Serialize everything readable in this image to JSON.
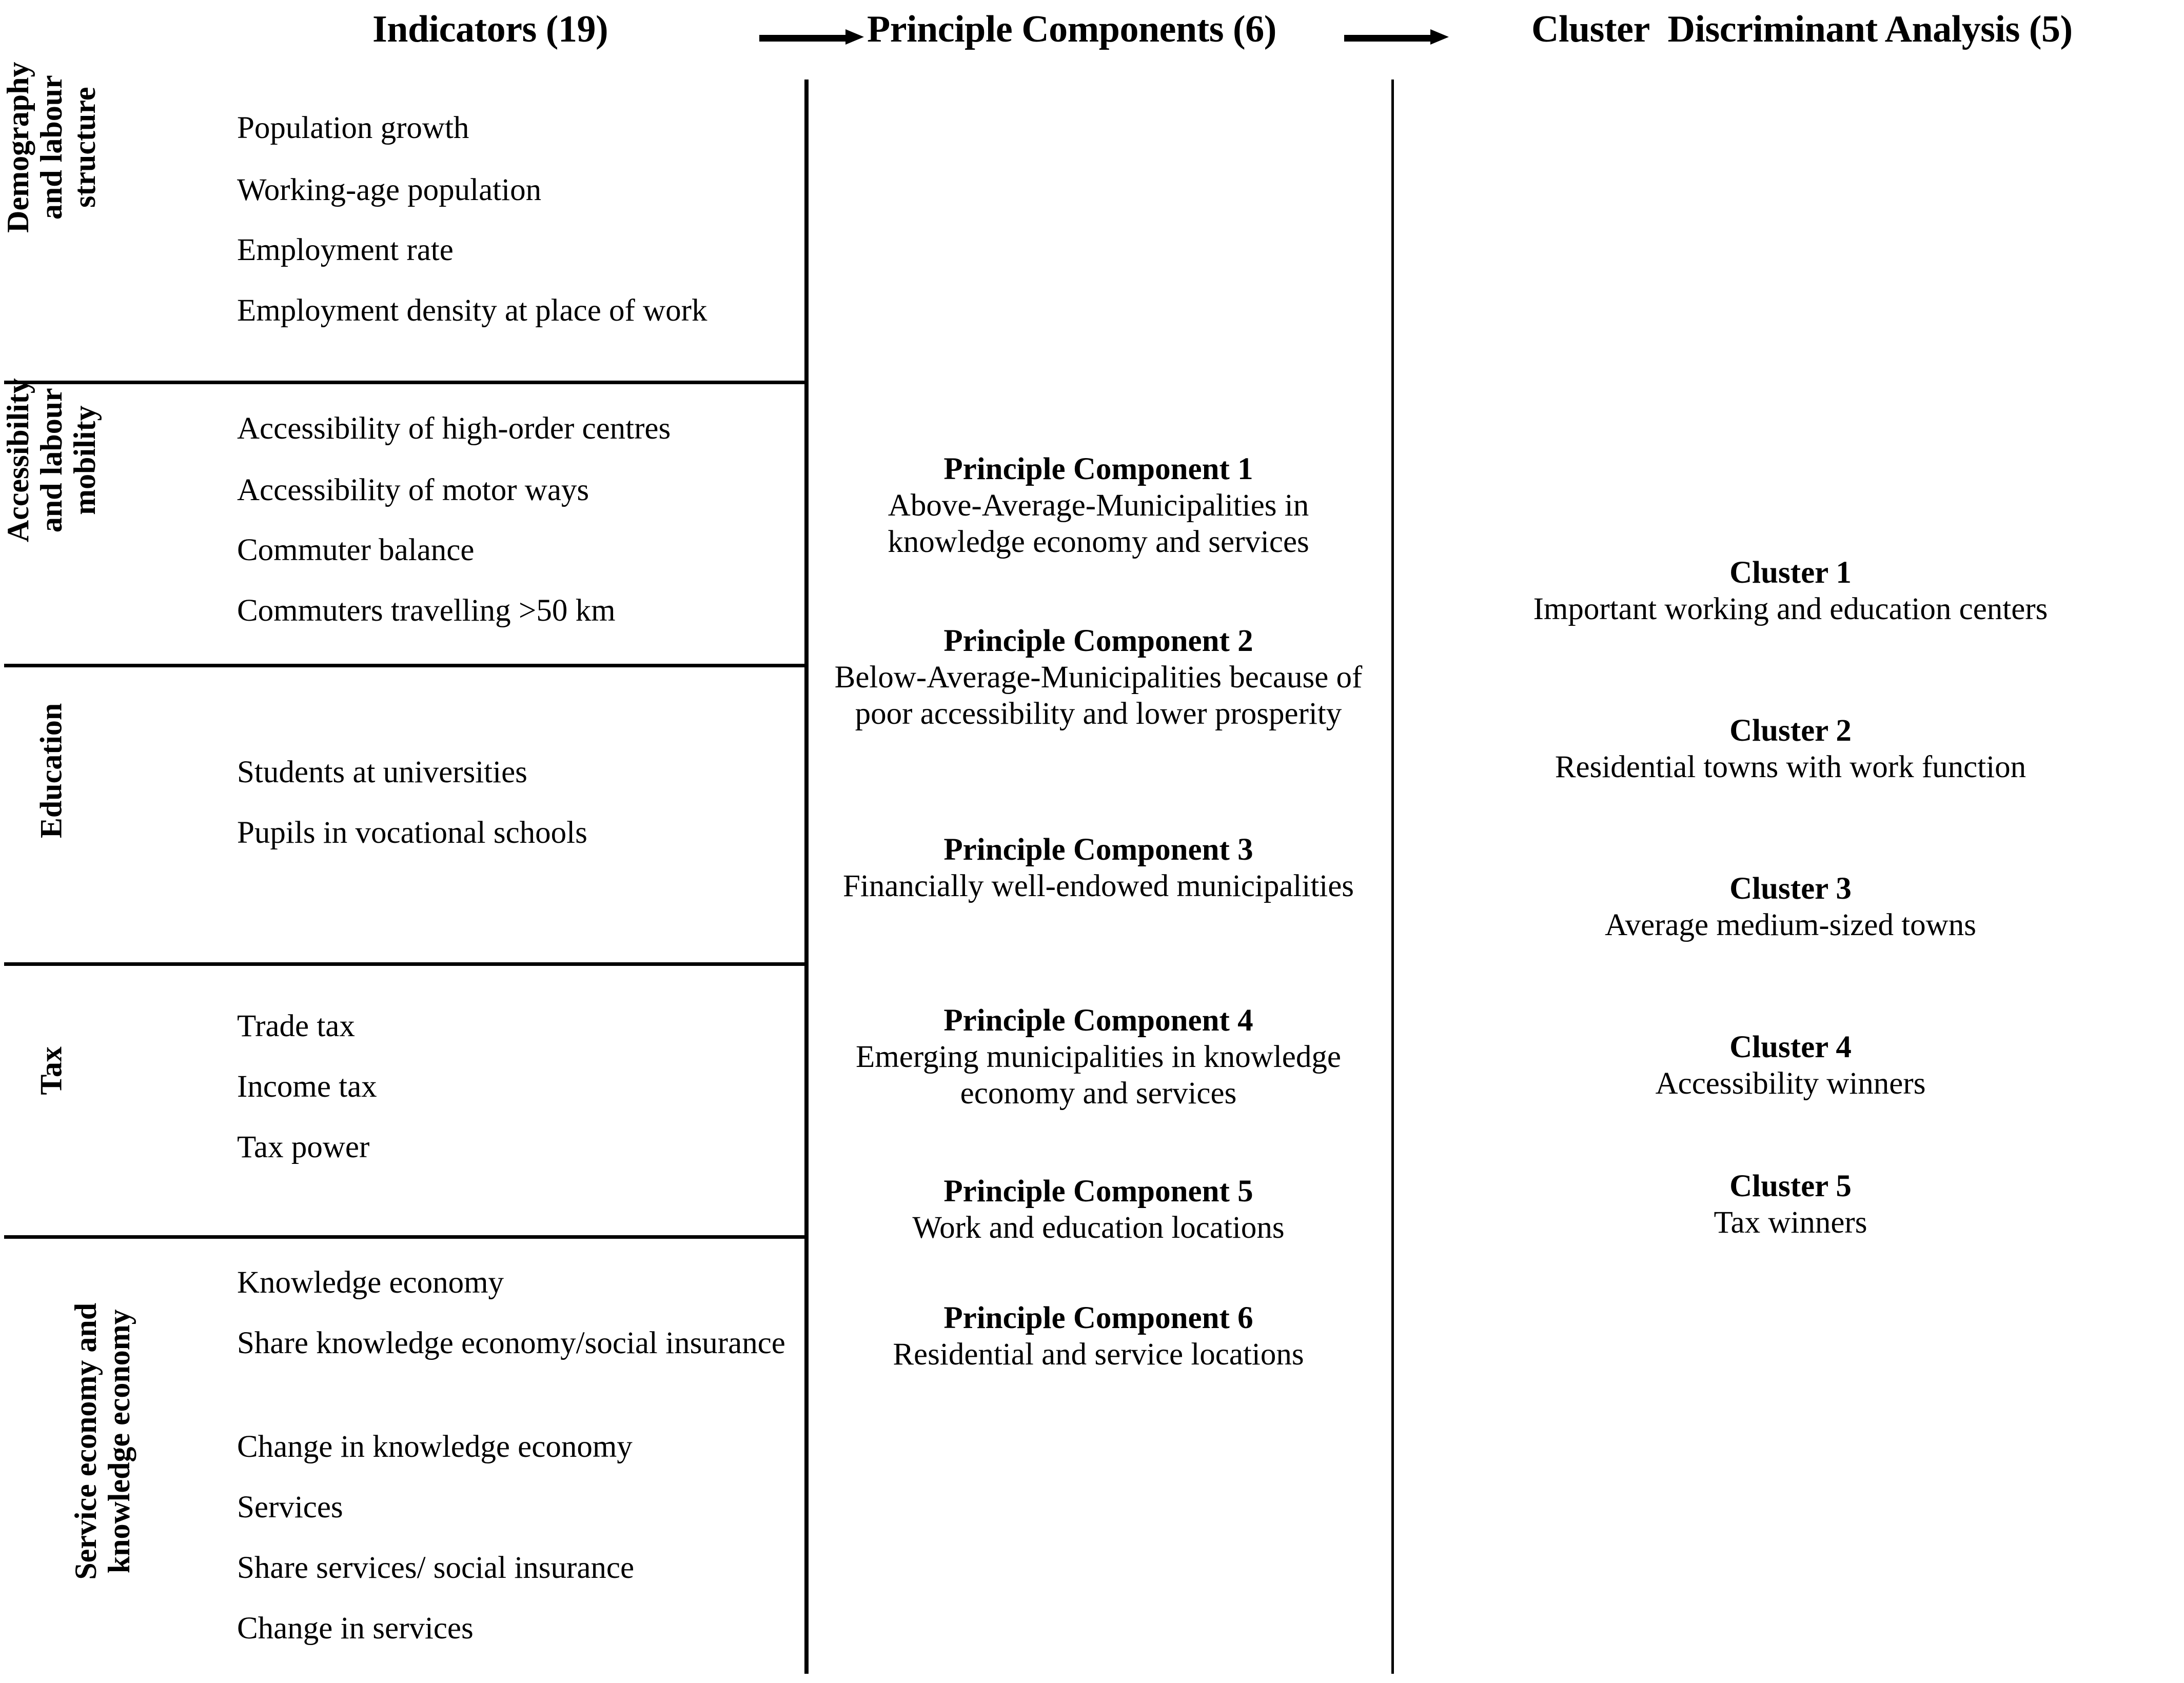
{
  "headers": {
    "indicators": "Indicators (19)",
    "principle_components": "Principle Components (6)",
    "cluster": "Cluster  Discriminant Analysis (5)"
  },
  "arrows": {
    "arrow_1": "arrow-right",
    "arrow_2": "arrow-right"
  },
  "indicator_groups": [
    {
      "label": "Demography\nand labour\nstructure",
      "items": [
        "Population growth",
        "Working-age population",
        "Employment rate",
        "Employment density at place of work"
      ]
    },
    {
      "label": "Accessibility\nand labour\nmobility",
      "items": [
        "Accessibility of high-order centres",
        "Accessibility of motor ways",
        "Commuter balance",
        "Commuters travelling >50 km"
      ]
    },
    {
      "label": "Education",
      "items": [
        "Students at universities",
        "Pupils in vocational schools"
      ]
    },
    {
      "label": "Tax",
      "items": [
        "Trade tax",
        "Income tax",
        "Tax power"
      ]
    },
    {
      "label": "Service economy and\nknowledge economy",
      "items": [
        "Knowledge economy",
        "Share knowledge economy/social insurance",
        "Change in knowledge economy",
        "Services",
        "Share services/ social insurance",
        "Change in services"
      ]
    }
  ],
  "principle_components": [
    {
      "title": "Principle Component 1",
      "desc": "Above-Average-Municipalities in knowledge economy and services"
    },
    {
      "title": "Principle Component 2",
      "desc": "Below-Average-Municipalities because of poor accessibility and lower prosperity"
    },
    {
      "title": "Principle Component 3",
      "desc": "Financially well-endowed municipalities"
    },
    {
      "title": "Principle Component 4",
      "desc": "Emerging municipalities in knowledge economy and services"
    },
    {
      "title": "Principle Component 5",
      "desc": "Work and education locations"
    },
    {
      "title": "Principle Component 6",
      "desc": "Residential and service locations"
    }
  ],
  "clusters": [
    {
      "title": "Cluster 1",
      "desc": "Important working and education centers"
    },
    {
      "title": "Cluster 2",
      "desc": "Residential towns with work function"
    },
    {
      "title": "Cluster 3",
      "desc": "Average medium-sized towns"
    },
    {
      "title": "Cluster 4",
      "desc": "Accessibility winners"
    },
    {
      "title": "Cluster 5",
      "desc": "Tax winners"
    }
  ],
  "colors": {
    "ink": "#000000",
    "background": "#ffffff"
  }
}
